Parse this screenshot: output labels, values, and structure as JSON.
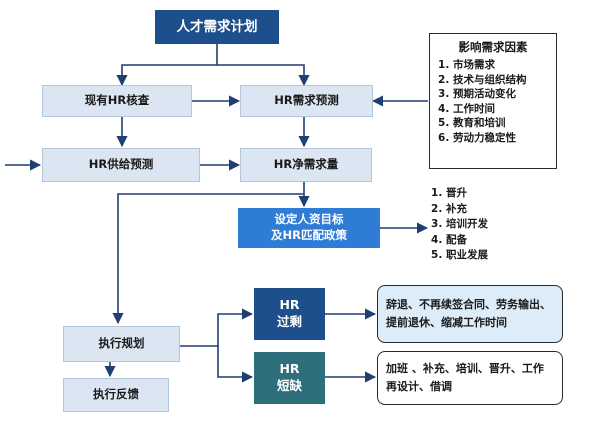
{
  "nodes": {
    "talent_plan": "人才需求计划",
    "existing_hr": "现有HR核查",
    "hr_demand_forecast": "HR需求预测",
    "hr_supply_forecast": "HR供给预测",
    "hr_net_demand": "HR净需求量",
    "set_goals_line1": "设定人资目标",
    "set_goals_line2": "及HR匹配政策",
    "hr_surplus_line1": "HR",
    "hr_surplus_line2": "过剩",
    "hr_shortage_line1": "HR",
    "hr_shortage_line2": "短缺",
    "execute_plan": "执行规划",
    "execute_feedback": "执行反馈"
  },
  "factors": {
    "title": "影响需求因素",
    "items": [
      "市场需求",
      "技术与组织结构",
      "预期活动变化",
      "工作时间",
      "教育和培训",
      "劳动力稳定性"
    ]
  },
  "policies": {
    "items": [
      "晋升",
      "补充",
      "培训开发",
      "配备",
      "职业发展"
    ]
  },
  "surplus_actions": "辞退、不再续签合同、劳务输出、提前退休、缩减工作时间",
  "shortage_actions": "加班 、补充、培训、晋升、工作再设计、借调",
  "colors": {
    "dark_blue": "#1d4f8c",
    "light_blue": "#dce6f2",
    "mid_blue": "#2e7cd6",
    "teal": "#2d6f7a",
    "arrow": "#1f3f73"
  }
}
